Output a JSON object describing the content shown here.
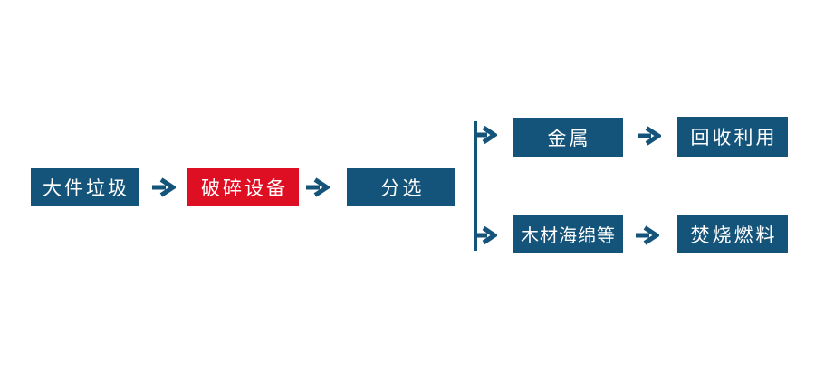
{
  "colors": {
    "node_blue": "#15547A",
    "node_red": "#DE0E23",
    "arrow_blue": "#15547A",
    "background": "#FFFFFF"
  },
  "flow": {
    "main": [
      {
        "id": "bulky-waste",
        "label": "大件垃圾",
        "color": "blue"
      },
      {
        "id": "crushing-equipment",
        "label": "破碎设备",
        "color": "red"
      },
      {
        "id": "sorting",
        "label": "分选",
        "color": "blue"
      }
    ],
    "branches": [
      {
        "id": "metal",
        "label": "金属",
        "target": {
          "id": "recycling",
          "label": "回收利用"
        }
      },
      {
        "id": "wood-sponge",
        "label": "木材海绵等",
        "target": {
          "id": "incineration-fuel",
          "label": "焚烧燃料"
        }
      }
    ]
  }
}
